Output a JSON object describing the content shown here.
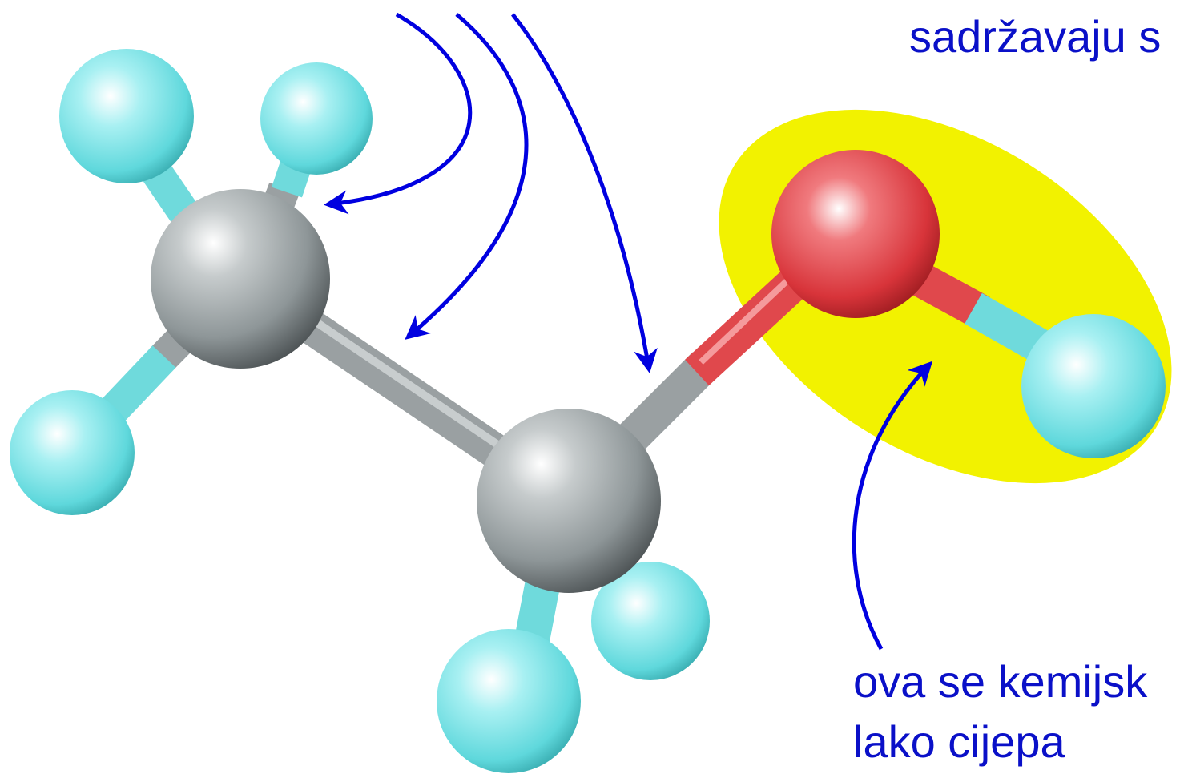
{
  "colors": {
    "label_text": "#0a10c8",
    "arrow": "#0000e0",
    "highlight": "#f2f200",
    "carbon": "#8e9698",
    "hydrogen": "#5fd8dc",
    "oxygen": "#d8343a",
    "bond_carbon": "#9aa0a2",
    "bond_oxygen": "#e0484c",
    "bond_hydrogen": "#6fdadc"
  },
  "labels": {
    "top_right_fragment": "sadržavaju s",
    "bottom_right_line1": "ova se kemijsk",
    "bottom_right_line2": "lako cijepa"
  },
  "atoms": [
    {
      "name": "carbon-atom-1",
      "element": "C"
    },
    {
      "name": "carbon-atom-2",
      "element": "C"
    },
    {
      "name": "oxygen-atom",
      "element": "O"
    },
    {
      "name": "hydrogen-atom-1",
      "element": "H"
    },
    {
      "name": "hydrogen-atom-2",
      "element": "H"
    },
    {
      "name": "hydrogen-atom-3",
      "element": "H"
    },
    {
      "name": "hydrogen-atom-4",
      "element": "H"
    },
    {
      "name": "hydrogen-atom-5",
      "element": "H"
    },
    {
      "name": "hydrogen-atom-hydroxyl",
      "element": "H"
    }
  ],
  "icons": {
    "pointer_arrows": "curved-arrow-icon"
  }
}
